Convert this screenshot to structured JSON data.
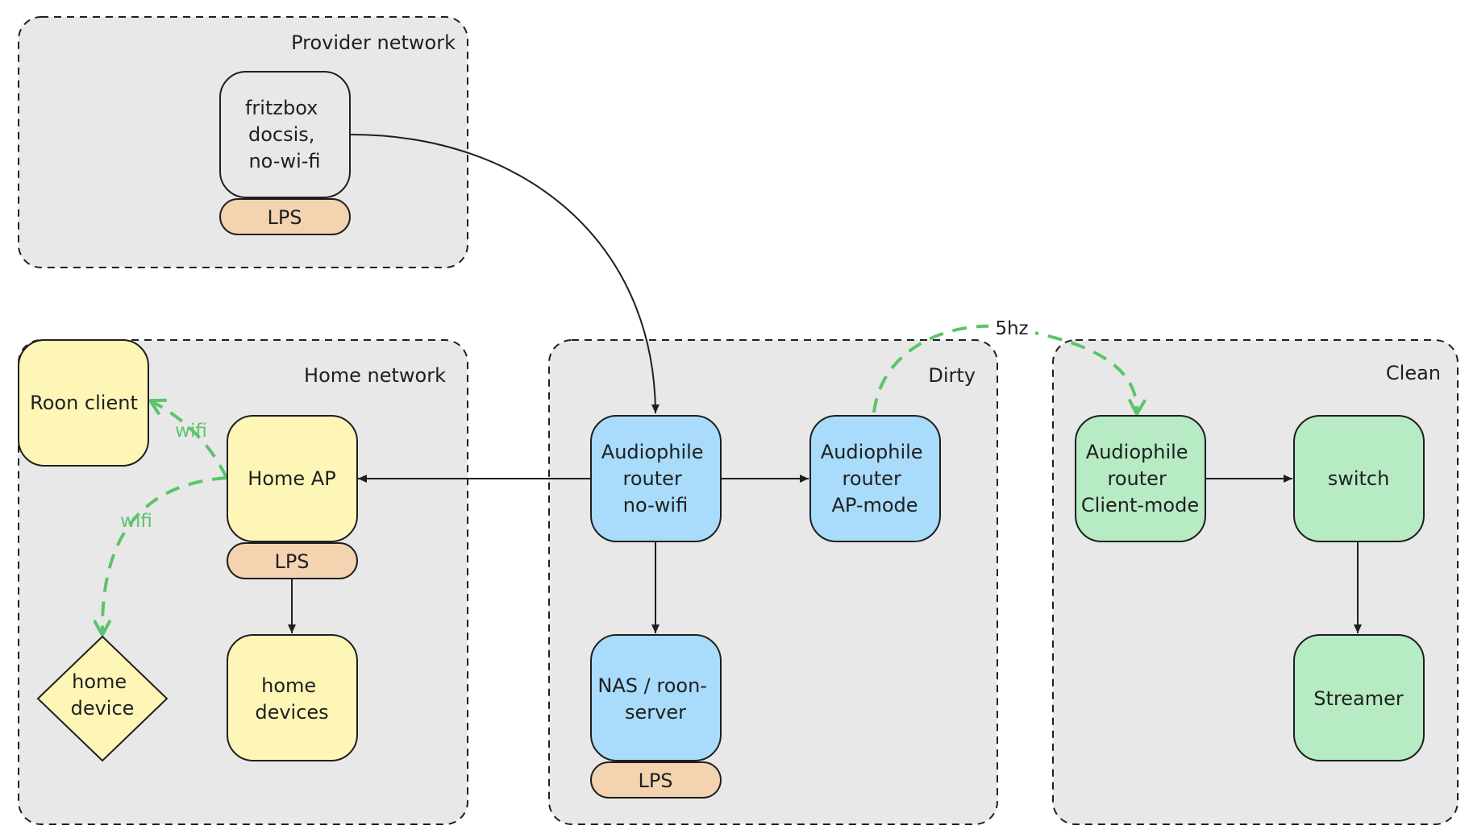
{
  "colors": {
    "group_fill": "#e8e8e8",
    "yellow": "#fdf6b7",
    "blue": "#a8dcfa",
    "green": "#b6ebc3",
    "gray_node": "#e8e8e8",
    "lps": "#f3d3b0",
    "wifi": "#5cc46a"
  },
  "groups": {
    "provider": "Provider network",
    "home": "Home network",
    "dirty": "Dirty",
    "clean": "Clean"
  },
  "nodes": {
    "fritzbox": [
      "fritzbox",
      "docsis,",
      "no-wi-fi"
    ],
    "fritzbox_lps": "LPS",
    "roon_client": [
      "Roon client"
    ],
    "home_ap": [
      "Home AP"
    ],
    "home_ap_lps": "LPS",
    "home_device": [
      "home",
      "device"
    ],
    "home_devices": [
      "home",
      "devices"
    ],
    "router_nowifi": [
      "Audiophile",
      "router",
      "no-wifi"
    ],
    "router_ap": [
      "Audiophile",
      "router",
      "AP-mode"
    ],
    "nas": [
      "NAS / roon-",
      "server"
    ],
    "nas_lps": "LPS",
    "router_client": [
      "Audiophile",
      "router",
      "Client-mode"
    ],
    "switch": [
      "switch"
    ],
    "streamer": [
      "Streamer"
    ]
  },
  "edge_labels": {
    "wifi_to_roon": "wifi",
    "wifi_to_device": "wifi",
    "link_5hz": "5hz"
  }
}
